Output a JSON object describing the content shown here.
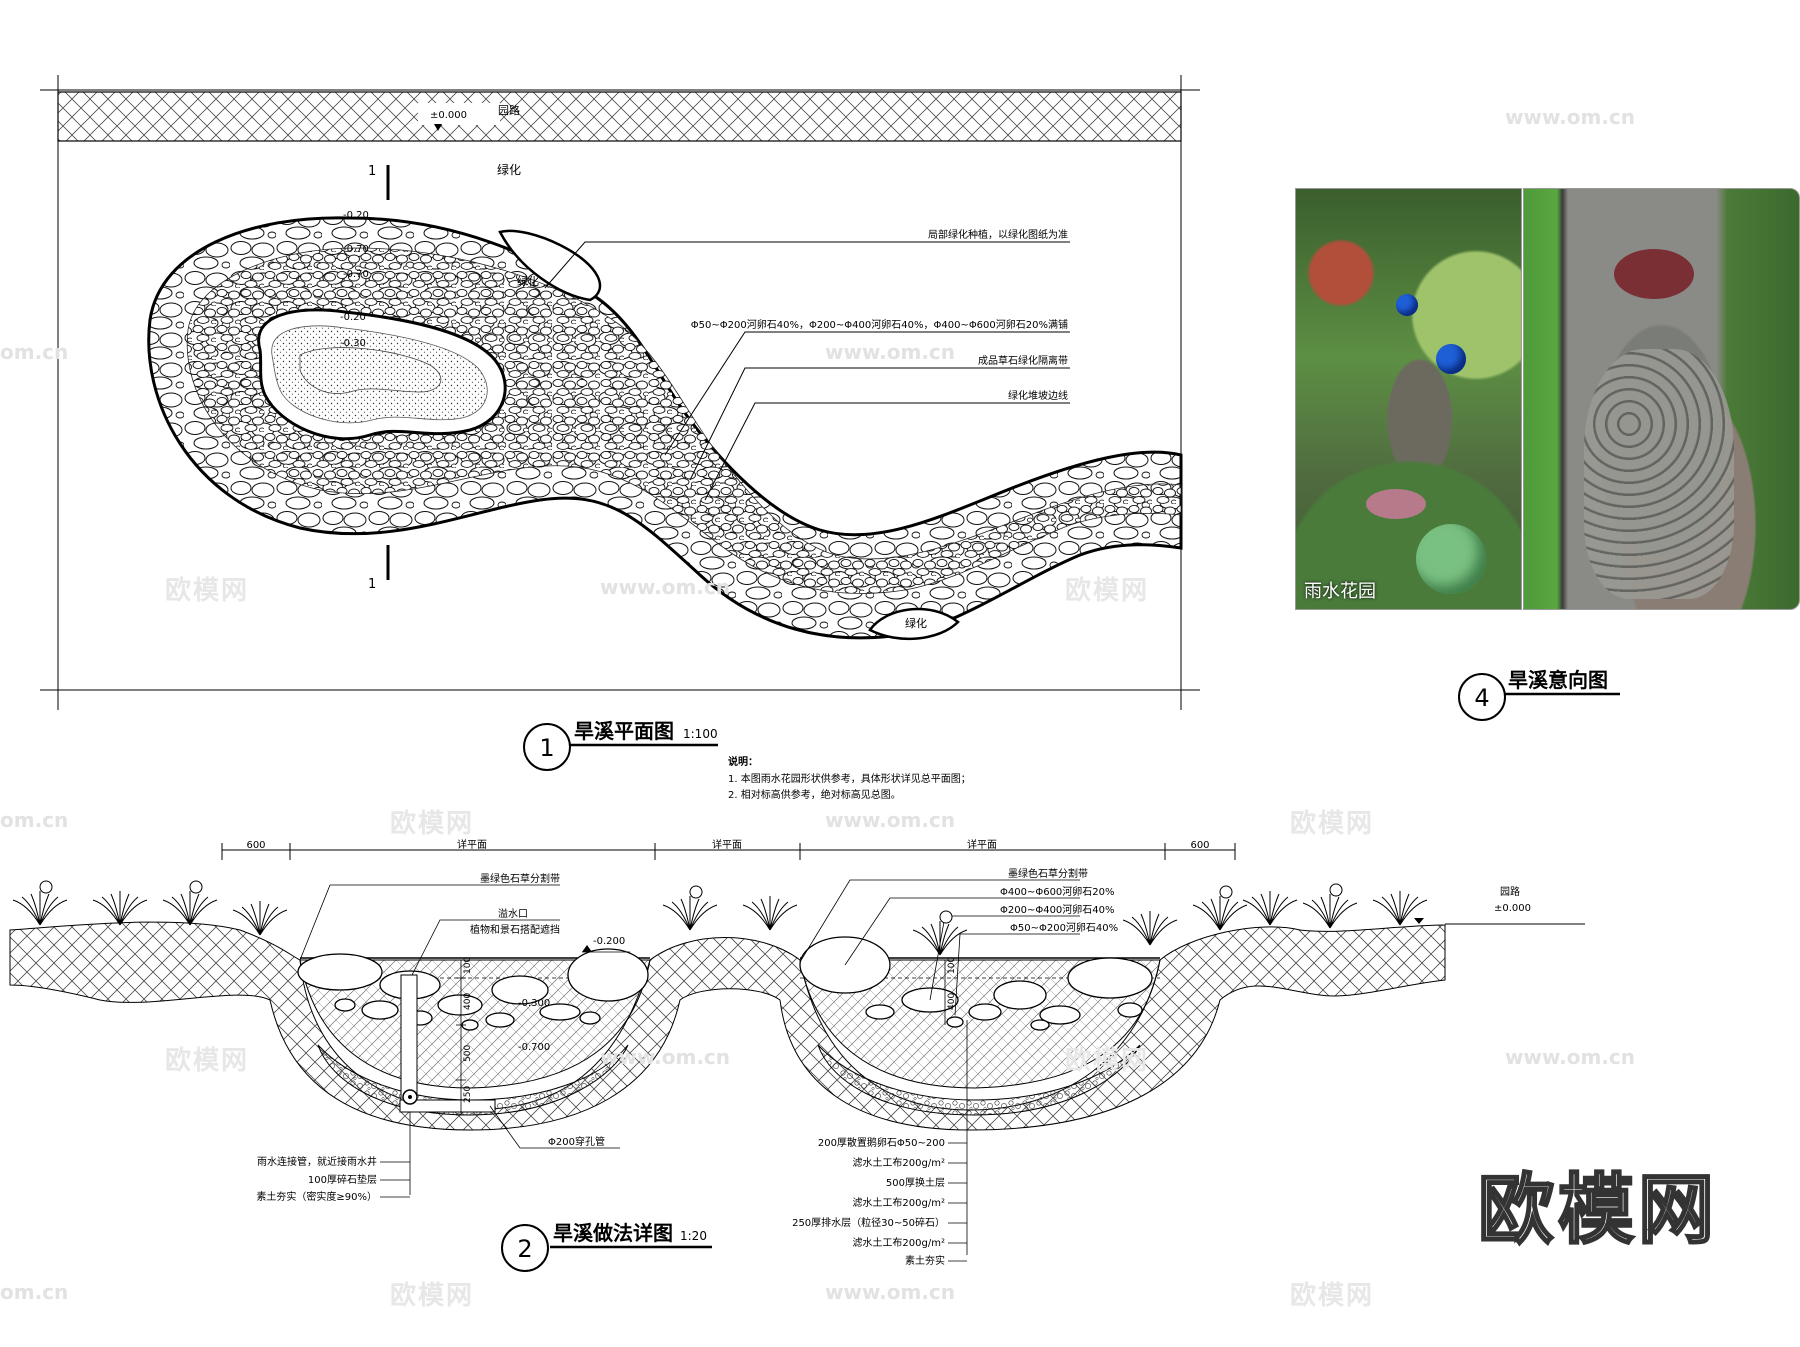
{
  "plan": {
    "road": "园路",
    "elevation_top": "±0.000",
    "planting": "绿化",
    "section_mark": "1",
    "levels": {
      "outer_1": "-0.20",
      "outer_2": "-0.70",
      "outer_3": "-0.70",
      "inner_1": "-0.20",
      "inner_2": "-0.30"
    },
    "notes": [
      "局部绿化种植，以绿化图纸为准",
      "Φ50~Φ200河卵石40%，Φ200~Φ400河卵石40%，Φ400~Φ600河卵石20%满铺",
      "成品草石绿化隔离带",
      "绿化堆坡边线"
    ],
    "island_label_1": "绿化",
    "island_label_2": "绿化",
    "title_no": "1",
    "title": "旱溪平面图",
    "scale": "1:100"
  },
  "explanation": {
    "heading": "说明：",
    "lines": [
      "1. 本图雨水花园形状供参考，具体形状详见总平面图；",
      "2. 相对标高供参考，绝对标高见总图。"
    ]
  },
  "photos": {
    "caption": "雨水花园",
    "title_no": "4",
    "title": "旱溪意向图"
  },
  "section": {
    "dims": [
      "600",
      "详平面",
      "详平面",
      "详平面",
      "600"
    ],
    "left_callouts": [
      "墨绿色石草分割带",
      "溢水口",
      "植物和景石搭配遮挡"
    ],
    "level_marks": [
      "-0.200",
      "-0.300",
      "-0.700"
    ],
    "vertical_dims": [
      "100",
      "400",
      "500",
      "250"
    ],
    "pipe_label": "Φ200穿孔管",
    "left_bottom_notes": [
      "雨水连接管，就近接雨水井",
      "100厚碎石垫层",
      "素土夯实（密实度≥90%）"
    ],
    "right_callouts": [
      "墨绿色石草分割带",
      "Φ400~Φ600河卵石20%",
      "Φ200~Φ400河卵石40%",
      "Φ50~Φ200河卵石40%"
    ],
    "right_vertical_dims": [
      "100",
      "400"
    ],
    "layers": [
      "200厚散置鹅卵石Φ50~200",
      "滤水土工布200g/m²",
      "500厚换土层",
      "滤水土工布200g/m²",
      "250厚排水层（粒径30~50碎石）",
      "滤水土工布200g/m²",
      "素土夯实"
    ],
    "road": "园路",
    "road_level": "±0.000",
    "title_no": "2",
    "title": "旱溪做法详图",
    "scale": "1:20"
  },
  "watermark": {
    "brand": "欧模网",
    "url": "www.om.cn",
    "url_short": "om.cn"
  },
  "colors": {
    "line": "#000000",
    "hatch": "#333333",
    "grass": "#3f8a2f",
    "stone": "#8a8a86",
    "glass_blue": "#1f5fd6",
    "glass_green": "#7fc98a"
  }
}
